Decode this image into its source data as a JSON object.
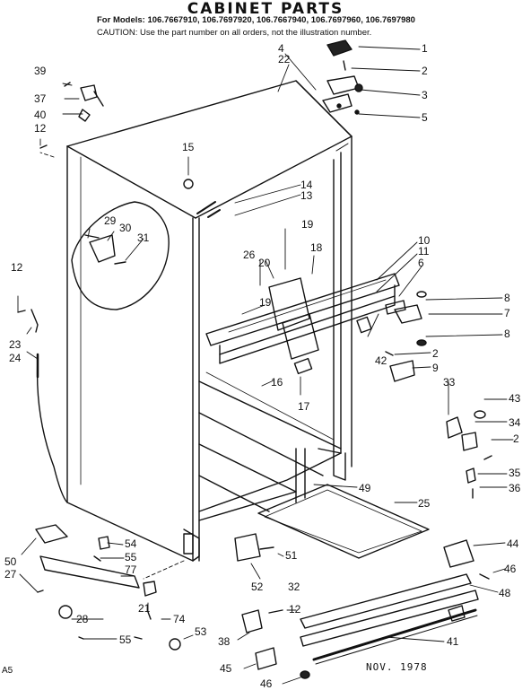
{
  "title": "CABINET PARTS",
  "models": "For Models: 106.7667910, 106.7697920, 106.7667940, 106.7697960, 106.7697980",
  "caution": "CAUTION: Use the part number on all orders, not the illustration number.",
  "date_stamp": "NOV. 1978",
  "corner_text": "A5",
  "callouts": [
    "1",
    "2",
    "3",
    "4",
    "5",
    "22",
    "39",
    "37",
    "40",
    "12",
    "15",
    "14",
    "13",
    "29",
    "30",
    "31",
    "19",
    "18",
    "10",
    "11",
    "6",
    "8",
    "7",
    "8",
    "26",
    "20",
    "19",
    "12",
    "23",
    "24",
    "42",
    "2",
    "9",
    "16",
    "17",
    "33",
    "43",
    "34",
    "2",
    "35",
    "36",
    "49",
    "25",
    "44",
    "46",
    "48",
    "50",
    "27",
    "54",
    "55",
    "77",
    "51",
    "52",
    "32",
    "28",
    "21",
    "74",
    "53",
    "55",
    "12",
    "38",
    "41",
    "45",
    "46"
  ]
}
